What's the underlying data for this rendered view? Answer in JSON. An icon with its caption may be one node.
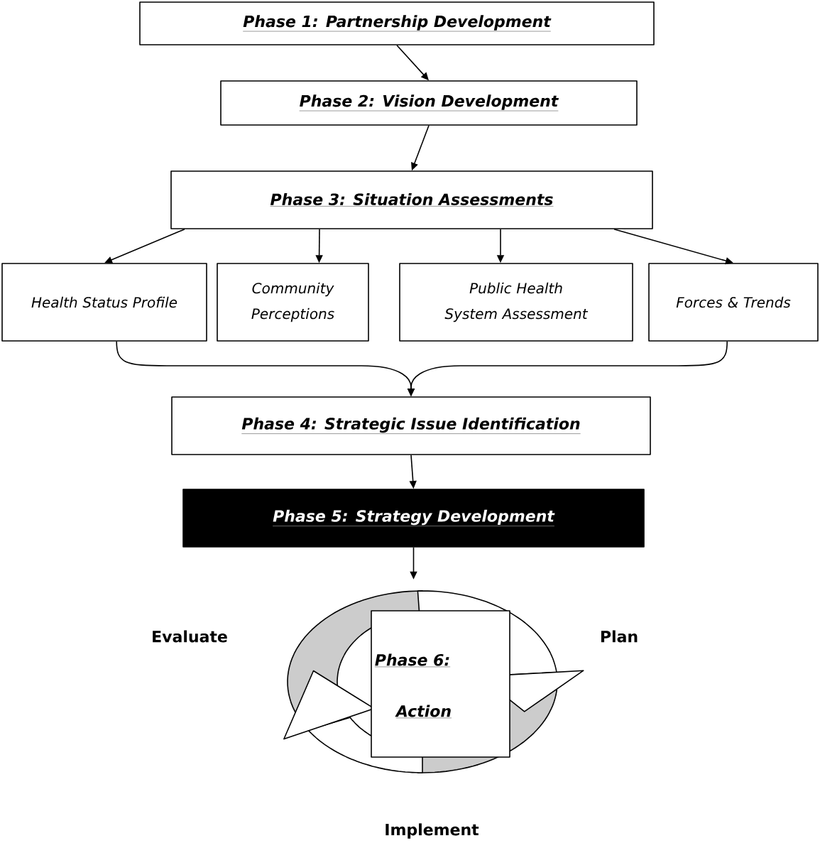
{
  "diagram": {
    "nodes": [
      {
        "text": [
          "Phase 1: Partnership Development"
        ]
      },
      {
        "text": [
          "Phase 2: Vision Development"
        ]
      },
      {
        "text": [
          "Phase 3: Situation Assessments"
        ]
      },
      {
        "text": [
          "Health Status Profile"
        ]
      },
      {
        "text": [
          "Community Perceptions"
        ]
      },
      {
        "text": [
          "Public Health System Assessment"
        ]
      },
      {
        "text": [
          "Forces & Trends"
        ]
      },
      {
        "text": [
          "Phase 4: Strategic Issue Identification"
        ]
      },
      {
        "text": [
          "Phase 5: Strategy Development"
        ]
      },
      {
        "text": [
          "Phase 6:",
          "Action"
        ]
      }
    ],
    "edges": [
      {
        "from": 0,
        "to": 1,
        "arrow": "to"
      },
      {
        "from": 1,
        "to": 2,
        "arrow": "to"
      },
      {
        "from": 2,
        "to": 3,
        "arrow": "to"
      },
      {
        "from": 2,
        "to": 4,
        "arrow": "to"
      },
      {
        "from": 2,
        "to": 5,
        "arrow": "to"
      },
      {
        "from": 2,
        "to": 6,
        "arrow": "to"
      },
      {
        "from": 3,
        "to": 7,
        "arrow": "to"
      },
      {
        "from": 6,
        "to": 7,
        "arrow": "to"
      },
      {
        "from": 7,
        "to": 8,
        "arrow": "to"
      },
      {
        "from": 8,
        "to": null,
        "arrow": "to"
      }
    ],
    "labels": [
      "Evaluate",
      "Plan",
      "Implement"
    ]
  }
}
